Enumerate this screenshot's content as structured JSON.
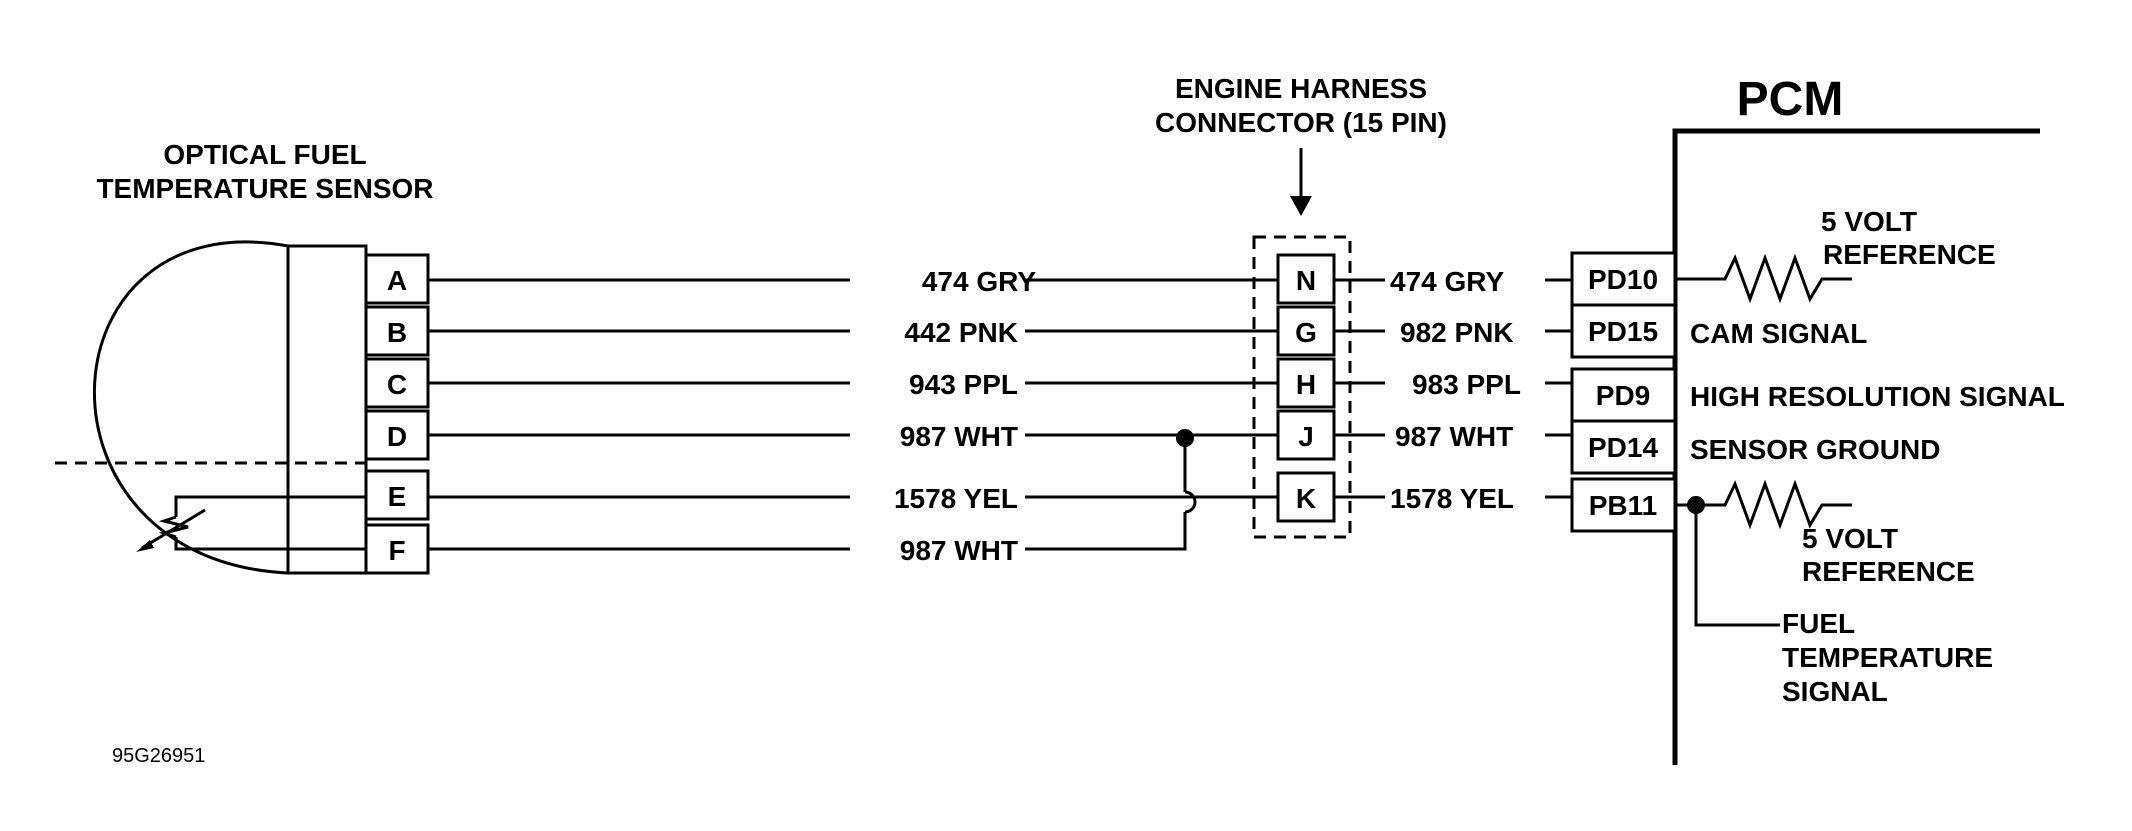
{
  "sensor": {
    "title_line1": "OPTICAL FUEL",
    "title_line2": "TEMPERATURE SENSOR",
    "pins": [
      "A",
      "B",
      "C",
      "D",
      "E",
      "F"
    ]
  },
  "sensor_wires": [
    "474 GRY",
    "442 PNK",
    "943 PPL",
    "987 WHT",
    "1578 YEL",
    "987 WHT"
  ],
  "connector": {
    "title_line1": "ENGINE HARNESS",
    "title_line2": "CONNECTOR (15 PIN)",
    "pins": [
      "N",
      "G",
      "H",
      "J",
      "K"
    ]
  },
  "pcm_wires": [
    "474 GRY",
    "982 PNK",
    "983 PPL",
    "987 WHT",
    "1578 YEL"
  ],
  "pcm": {
    "title": "PCM",
    "terminals": [
      "PD10",
      "PD15",
      "PD9",
      "PD14",
      "PB11"
    ],
    "pd10_label_line1": "5 VOLT",
    "pd10_label_line2": "REFERENCE",
    "pd15_label": "CAM SIGNAL",
    "pd9_label": "HIGH RESOLUTION SIGNAL",
    "pd14_label": "SENSOR GROUND",
    "pb11_label_line1": "5 VOLT",
    "pb11_label_line2": "REFERENCE",
    "fuel_temp_line1": "FUEL",
    "fuel_temp_line2": "TEMPERATURE",
    "fuel_temp_line3": "SIGNAL"
  },
  "figure_code": "95G26951"
}
